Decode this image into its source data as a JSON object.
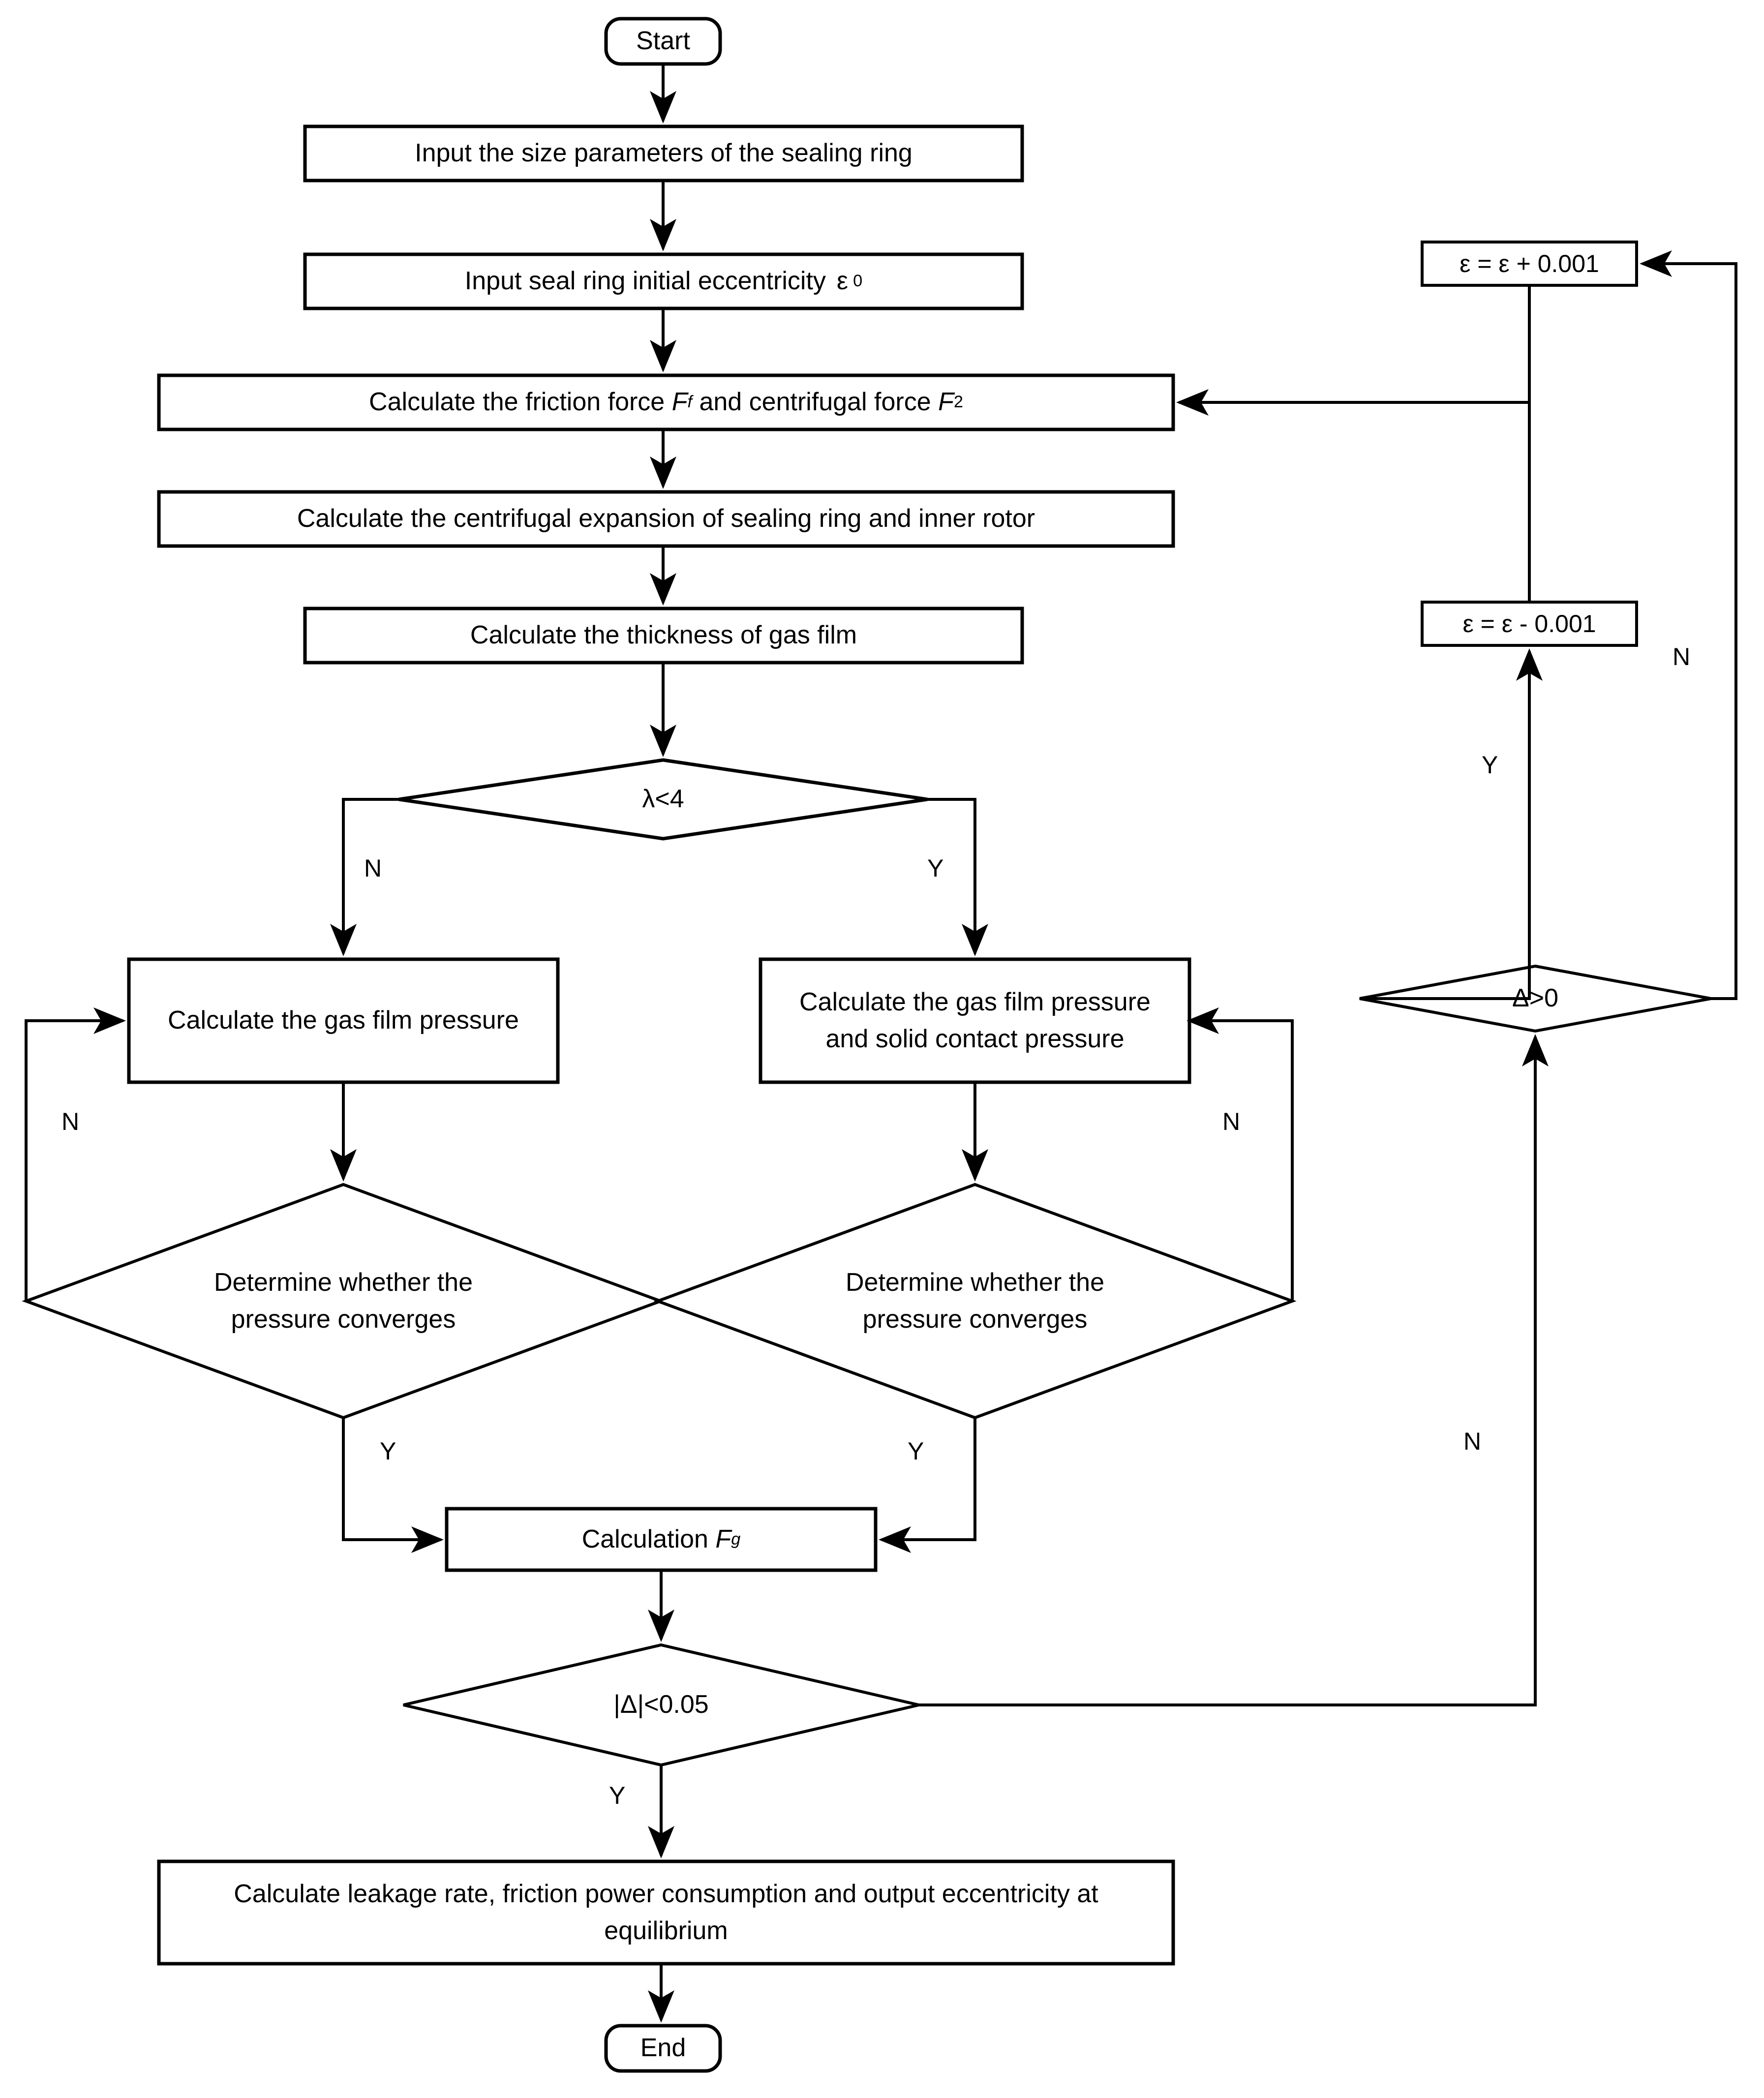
{
  "diagram": {
    "title": "Seal ring gas film calculation flowchart",
    "colors": {
      "line": "#000000",
      "fill": "#ffffff",
      "text": "#000000"
    },
    "nodes": {
      "start": {
        "label": "Start",
        "shape": "terminator"
      },
      "input_size": {
        "label": "Input the size parameters of the sealing ring",
        "shape": "process"
      },
      "input_ecc": {
        "label": "Input seal ring initial eccentricity",
        "sub_symbol": "ε",
        "sub_index": "0",
        "shape": "process"
      },
      "calc_forces": {
        "label_pre": "Calculate the friction force",
        "sym1": "F",
        "sym1_sub": "f",
        "label_mid": "and centrifugal force",
        "sym2": "F",
        "sym2_sub": "2",
        "shape": "process"
      },
      "calc_expansion": {
        "label": "Calculate the centrifugal expansion of sealing ring and inner rotor",
        "shape": "process"
      },
      "calc_thickness": {
        "label": "Calculate the thickness of gas film",
        "shape": "process"
      },
      "lambda_test": {
        "label": "λ<4",
        "shape": "decision"
      },
      "calc_film_left": {
        "label": "Calculate the gas film pressure",
        "shape": "process"
      },
      "calc_film_right": {
        "label": "Calculate the gas film pressure and solid contact pressure",
        "shape": "process"
      },
      "converge_left": {
        "label": "Determine whether the pressure converges",
        "shape": "decision"
      },
      "converge_right": {
        "label": "Determine whether the pressure converges",
        "shape": "decision"
      },
      "calc_fg": {
        "label_pre": "Calculation",
        "sym": "F",
        "sym_sub": "g",
        "shape": "process"
      },
      "delta_abs_test": {
        "label": "|Δ|<0.05",
        "shape": "decision"
      },
      "delta_sign_test": {
        "label": "Δ>0",
        "shape": "decision"
      },
      "eps_plus": {
        "label": "ε = ε + 0.001",
        "shape": "process"
      },
      "eps_minus": {
        "label": "ε = ε - 0.001",
        "shape": "process"
      },
      "final_calc": {
        "label": "Calculate leakage rate, friction power consumption and output eccentricity at equilibrium",
        "shape": "process"
      },
      "end": {
        "label": "End",
        "shape": "terminator"
      }
    },
    "edge_labels": {
      "lambda_no": "N",
      "lambda_yes": "Y",
      "converge_left_no": "N",
      "converge_left_yes": "Y",
      "converge_right_no": "N",
      "converge_right_yes": "Y",
      "delta_abs_yes": "Y",
      "delta_abs_no": "N",
      "delta_sign_yes": "Y",
      "delta_sign_no": "N"
    }
  }
}
